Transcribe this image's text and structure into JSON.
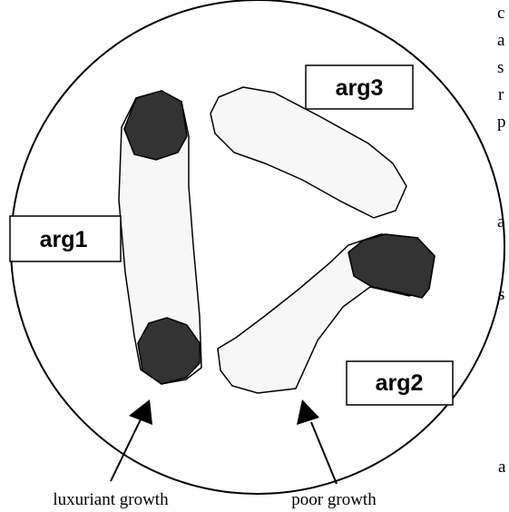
{
  "labels": {
    "arg1": "arg1",
    "arg2": "arg2",
    "arg3": "arg3"
  },
  "captions": {
    "left": "luxuriant growth",
    "right": "poor growth"
  },
  "cut_text_right_edge": [
    "c",
    "a",
    "s",
    "r",
    "p",
    "a",
    "s",
    "a"
  ],
  "colors": {
    "streak_fill": "#f7f7f7",
    "growth_fill": "#333333",
    "outline": "#000000"
  }
}
